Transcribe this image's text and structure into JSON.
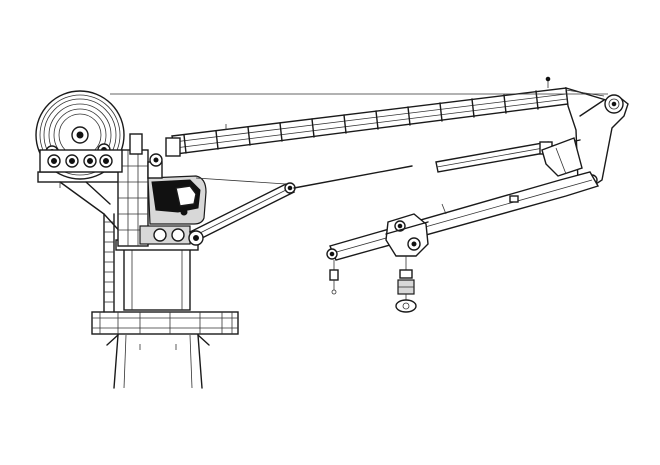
{
  "drawing": {
    "line_color": "#1a1a1a",
    "background": "#ffffff",
    "icons": [
      "winch-drum",
      "pedestal",
      "operator-cab",
      "main-boom",
      "knuckle-boom",
      "luffing-cylinder",
      "hydraulic-cylinder",
      "hook-block",
      "ladder",
      "platform"
    ]
  }
}
